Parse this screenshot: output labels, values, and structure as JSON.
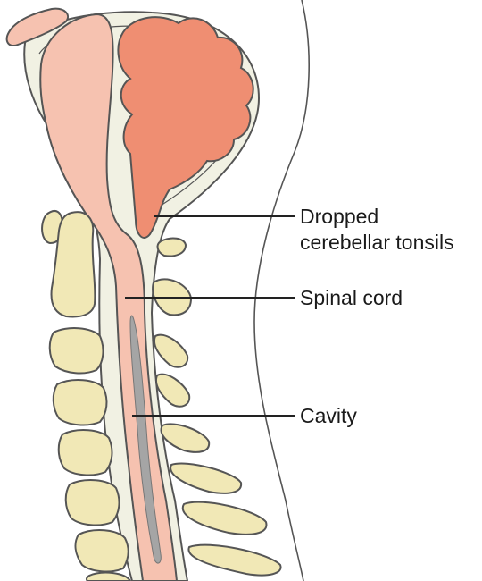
{
  "labels": {
    "tonsils": {
      "line1": "Dropped",
      "line2": "cerebellar tonsils"
    },
    "spinal_cord": "Spinal cord",
    "cavity": "Cavity"
  },
  "colors": {
    "outline": "#555555",
    "tissue": "#f1f1e3",
    "cerebellum": "#ef8e72",
    "brainstem_cord": "#f6c2b0",
    "vertebra": "#f1e8b6",
    "cavity": "#a5a5a5",
    "leader": "#222222"
  }
}
